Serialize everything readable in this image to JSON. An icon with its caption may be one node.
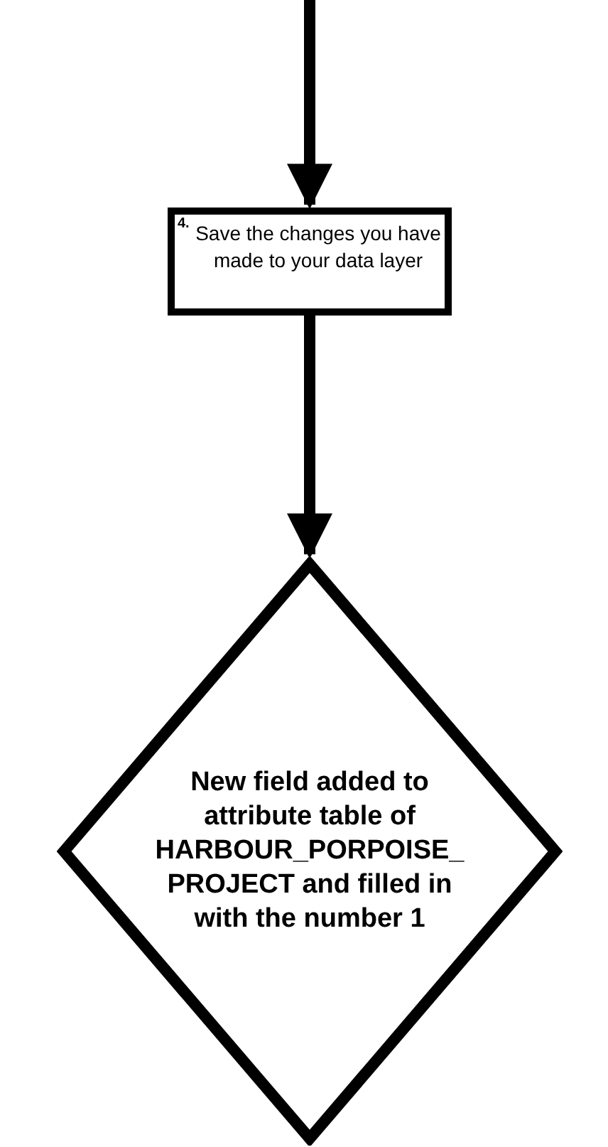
{
  "diagram": {
    "nodes": [
      {
        "text": [
          "4.",
          "Save the changes you have made to your data layer"
        ]
      },
      {
        "text": [
          "New field added to attribute table of HARBOUR_PORPOISE_ PROJECT and filled in with the number 1"
        ]
      }
    ],
    "edges": [
      {
        "from": null,
        "to": 0,
        "arrow": "to"
      },
      {
        "from": 0,
        "to": 1,
        "arrow": "to"
      }
    ]
  }
}
